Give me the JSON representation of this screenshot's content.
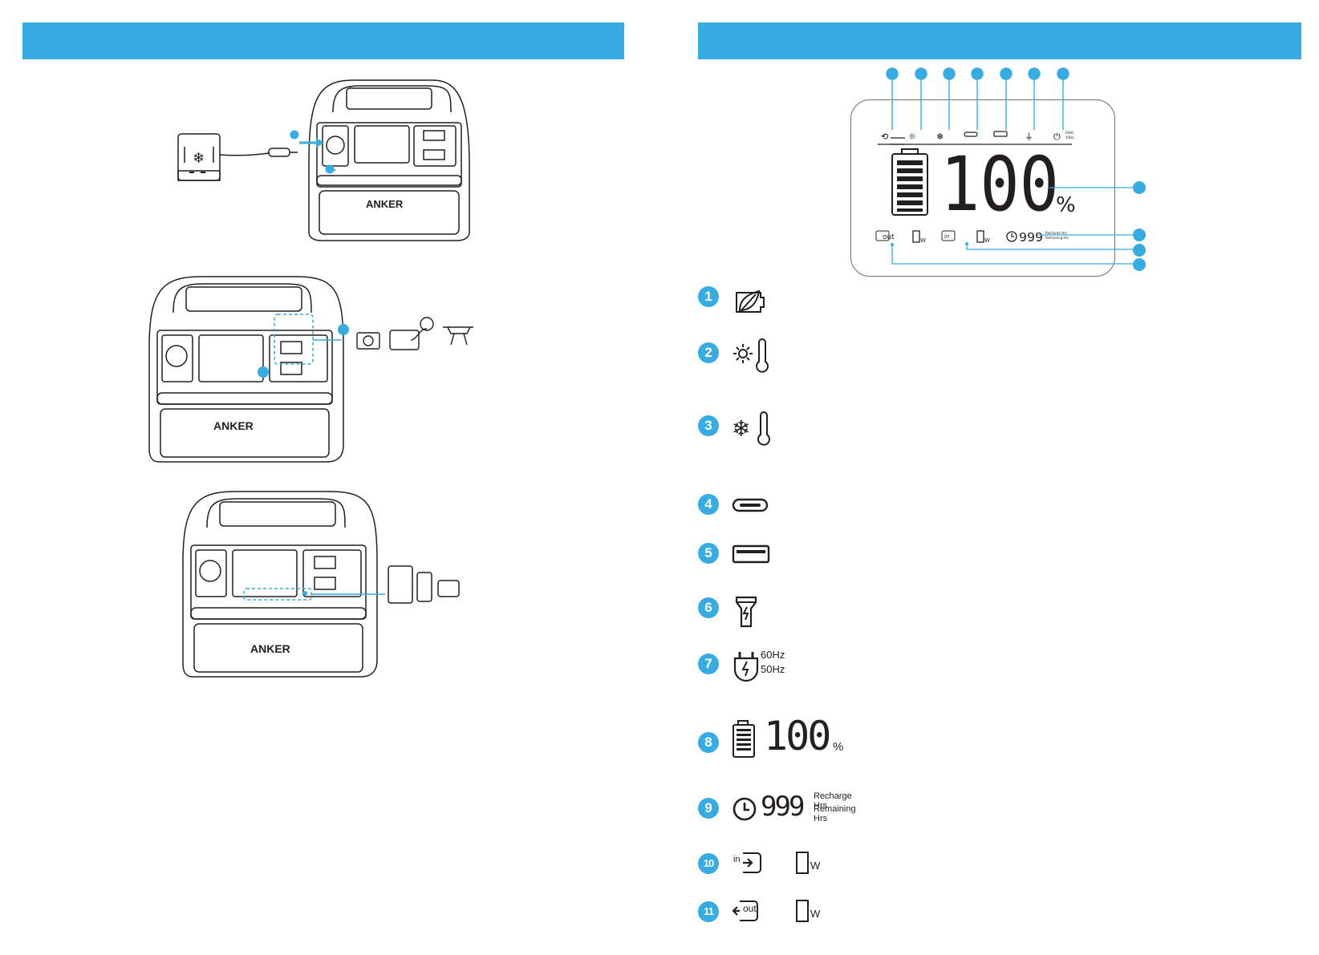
{
  "colors": {
    "accent": "#36ace2",
    "line": "#231f20",
    "panel": "#e8e8e8"
  },
  "left_page": {
    "figure1": {
      "unit_brand": "ANKER",
      "device": "car-fridge",
      "icon": "snowflake-icon"
    },
    "figure2": {
      "unit_brand": "ANKER",
      "devices": [
        "camera-icon",
        "laptop-icon",
        "drone-icon"
      ]
    },
    "figure3": {
      "unit_brand": "ANKER",
      "devices": [
        "tablet-icon",
        "phone-icon",
        "action-camera-icon"
      ]
    }
  },
  "right_page": {
    "lcd": {
      "freq_60": "60Hz",
      "freq_50": "50Hz",
      "battery_percent": "100",
      "percent_sign": "%",
      "hours_value": "999",
      "recharge_label": "Recharge Hrs",
      "remaining_label": "Remaining Hrs",
      "output_label": "out",
      "input_label": "in",
      "watt_unit": "W"
    },
    "legend": [
      {
        "number": "1",
        "icon": "eco-mode-icon"
      },
      {
        "number": "2",
        "icon": "high-temperature-icon"
      },
      {
        "number": "3",
        "icon": "low-temperature-icon"
      },
      {
        "number": "4",
        "icon": "usb-c-icon"
      },
      {
        "number": "5",
        "icon": "usb-a-icon"
      },
      {
        "number": "6",
        "icon": "flashlight-icon"
      },
      {
        "number": "7",
        "icon": "ac-plug-icon",
        "freq_60": "60Hz",
        "freq_50": "50Hz"
      },
      {
        "number": "8",
        "icon": "battery-icon",
        "value": "100",
        "unit": "%"
      },
      {
        "number": "9",
        "icon": "clock-icon",
        "value": "999",
        "recharge": "Recharge Hrs",
        "remaining": "Remaining Hrs"
      },
      {
        "number": "10",
        "icon": "input-icon",
        "label": "in",
        "unit": "W"
      },
      {
        "number": "11",
        "icon": "output-icon",
        "label": "out",
        "unit": "W"
      }
    ]
  }
}
